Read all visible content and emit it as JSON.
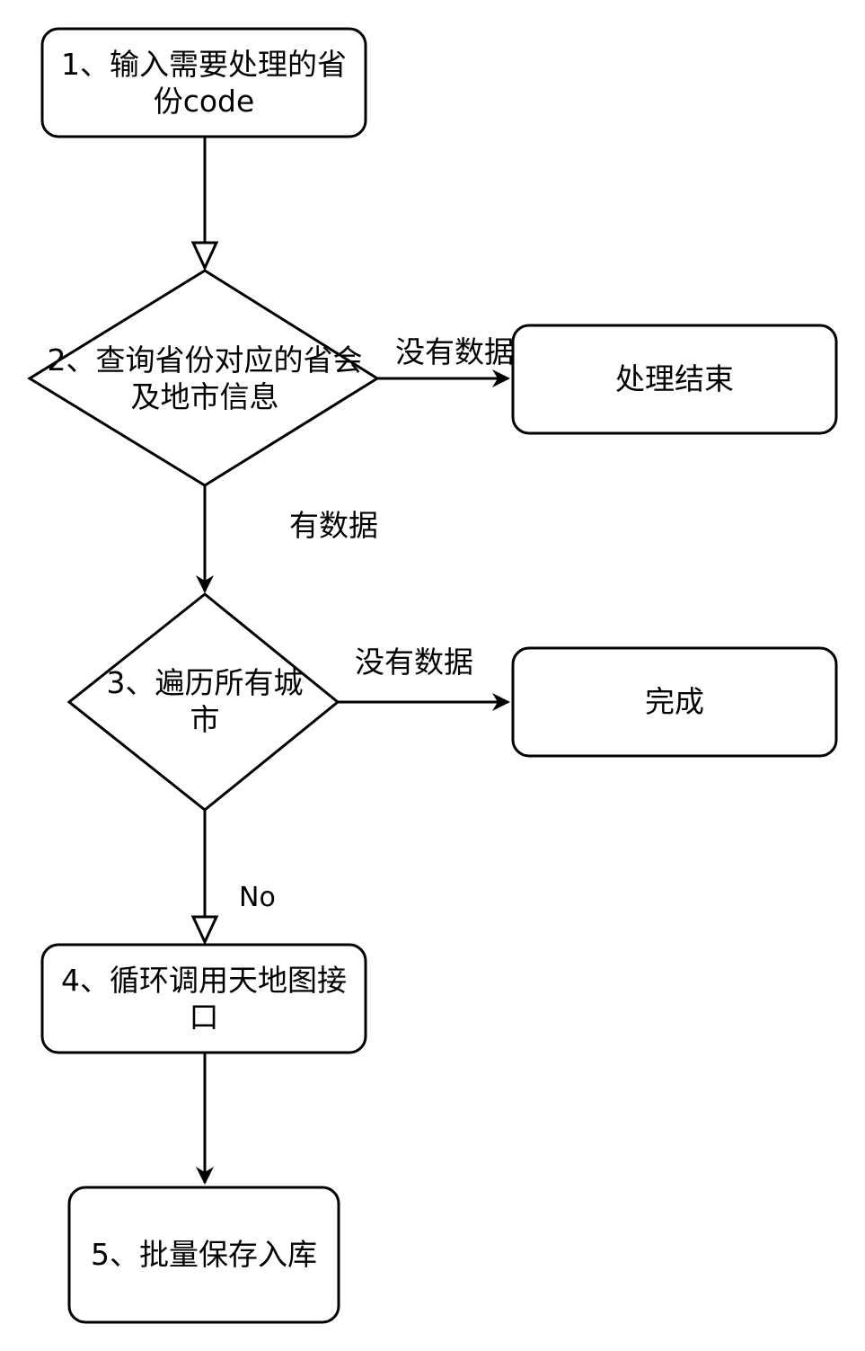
{
  "nodes": {
    "step1": "1、输入需要处理的省份code",
    "step2": "2、查询省份对应的省会及地市信息",
    "end_process": "处理结束",
    "step3": "3、遍历所有城市",
    "done": "完成",
    "step4": "4、循环调用天地图接口",
    "step5": "5、批量保存入库"
  },
  "edges": {
    "step2_to_end": "没有数据",
    "step2_to_step3": "有数据",
    "step3_to_done": "没有数据",
    "step3_to_step4": "No"
  }
}
